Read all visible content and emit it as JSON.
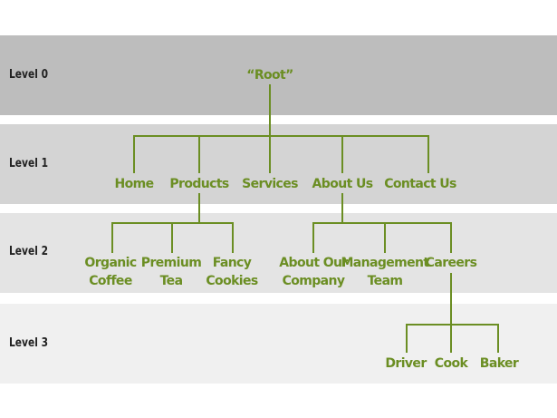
{
  "colors": {
    "band_level_0": "#bdbdbd",
    "band_level_1": "#d4d4d4",
    "band_level_2": "#e4e4e4",
    "band_level_3": "#f0f0f0",
    "node_text": "#6b8e23",
    "connector": "#6b8e23",
    "level_text": "#222222"
  },
  "levels": [
    {
      "label": "Level 0"
    },
    {
      "label": "Level 1"
    },
    {
      "label": "Level 2"
    },
    {
      "label": "Level 3"
    }
  ],
  "nodes": {
    "root": {
      "label": "“Root”"
    },
    "home": {
      "label": "Home"
    },
    "products": {
      "label": "Products"
    },
    "services": {
      "label": "Services"
    },
    "about_us": {
      "label": "About Us"
    },
    "contact_us": {
      "label": "Contact Us"
    },
    "organic_coffee": {
      "line1": "Organic",
      "line2": "Coffee"
    },
    "premium_tea": {
      "line1": "Premium",
      "line2": "Tea"
    },
    "fancy_cookies": {
      "line1": "Fancy",
      "line2": "Cookies"
    },
    "about_our_company": {
      "line1": "About Our",
      "line2": "Company"
    },
    "management_team": {
      "line1": "Management",
      "line2": "Team"
    },
    "careers": {
      "label": "Careers"
    },
    "driver": {
      "label": "Driver"
    },
    "cook": {
      "label": "Cook"
    },
    "baker": {
      "label": "Baker"
    }
  }
}
